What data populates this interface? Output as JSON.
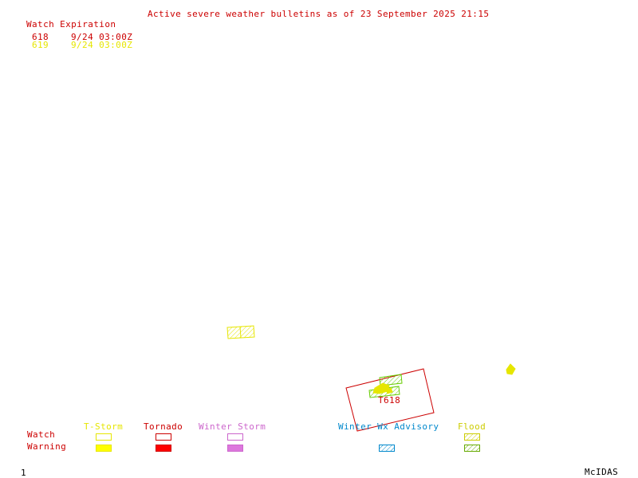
{
  "header": {
    "title": "Active severe weather bulletins as of 23 September 2025 21:15",
    "expiration_heading": "Watch Expiration",
    "watches": [
      {
        "number": "618",
        "expires": "9/24 03:00Z",
        "color": "#cc0000"
      },
      {
        "number": "619",
        "expires": "9/24 03:00Z",
        "color": "#e6e600"
      }
    ]
  },
  "map": {
    "watch_box_label": "T618",
    "colors": {
      "tornado_watch": "#cc0000",
      "tstorm_watch": "#e6e600",
      "flood": "#66cc00"
    }
  },
  "legend": {
    "row_labels": {
      "watch": "Watch",
      "warning": "Warning"
    },
    "categories": [
      {
        "id": "tstorm",
        "label": "T-Storm",
        "color": "#e6e600"
      },
      {
        "id": "tornado",
        "label": "Tornado",
        "color": "#cc0000"
      },
      {
        "id": "winter-storm",
        "label": "Winter Storm",
        "color": "#cc66cc"
      },
      {
        "id": "winter-wx-advisory",
        "label": "Winter Wx Advisory",
        "color": "#0088cc"
      },
      {
        "id": "flood",
        "label": "Flood",
        "color": "#cccc00"
      }
    ]
  },
  "footer": {
    "frame_number": "1",
    "software": "McIDAS"
  }
}
